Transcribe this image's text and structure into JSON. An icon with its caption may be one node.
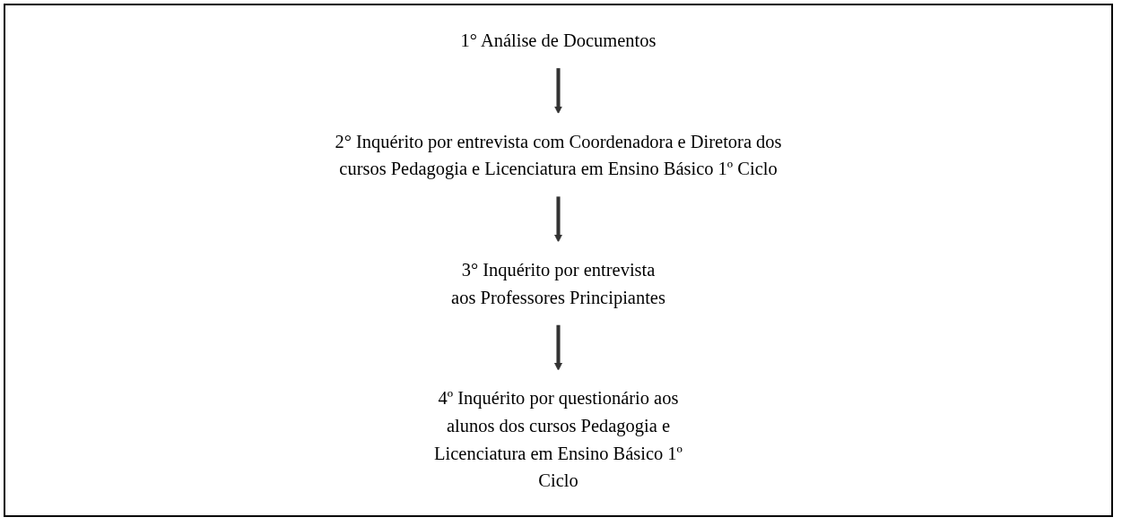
{
  "diagram": {
    "nodes": [
      {
        "text": [
          "1° Análise de Documentos"
        ]
      },
      {
        "text": [
          "2° Inquérito por entrevista com Coordenadora e Diretora dos cursos Pedagogia e Licenciatura em Ensino Básico 1º Ciclo"
        ]
      },
      {
        "text": [
          "3° Inquérito por entrevista aos Professores Principiantes"
        ]
      },
      {
        "text": [
          "4º Inquérito por questionário aos alunos dos cursos Pedagogia e Licenciatura em Ensino Básico 1º Ciclo"
        ]
      }
    ],
    "edges": [
      {
        "from": 0,
        "to": 1,
        "arrow": "to"
      },
      {
        "from": 1,
        "to": 2,
        "arrow": "to"
      },
      {
        "from": 2,
        "to": 3,
        "arrow": "to"
      }
    ]
  }
}
